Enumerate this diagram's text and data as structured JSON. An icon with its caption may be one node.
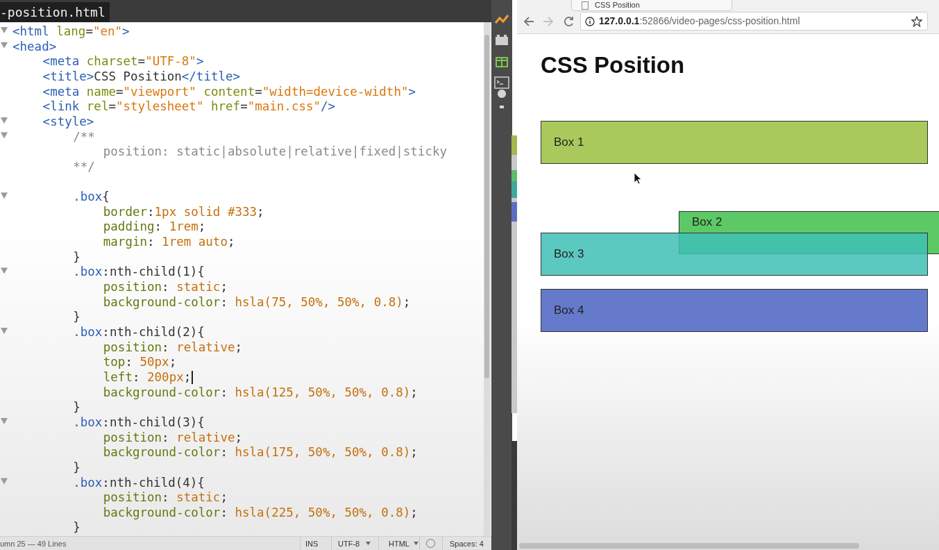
{
  "diagram": {
    "nodes": [
      {
        "text": [
          "Box 1"
        ]
      },
      {
        "text": [
          "Box 2"
        ]
      },
      {
        "text": [
          "Box 3"
        ]
      },
      {
        "text": [
          "Box 4"
        ]
      }
    ],
    "labels": [
      "-position.html",
      "<html lang=\"en\">",
      "<head>",
      "<meta charset=\"UTF-8\">",
      "<title>CSS Position</title>",
      "<meta name=\"viewport\" content=\"width=device-width\">",
      "<link rel=\"stylesheet\" href=\"main.css\"/>",
      "<style>",
      "/**",
      "position: static|absolute|relative|fixed|sticky",
      "**/",
      ".box{",
      "border:1px solid #333;",
      "padding: 1rem;",
      "margin: 1rem auto;",
      "}",
      ".box:nth-child(1){",
      "position: static;",
      "background-color: hsla(75, 50%, 50%, 0.8);",
      "}",
      ".box:nth-child(2){",
      "position: relative;",
      "top: 50px;",
      "left: 200px;",
      "background-color: hsla(125, 50%, 50%, 0.8);",
      "}",
      ".box:nth-child(3){",
      "position: relative;",
      "background-color: hsla(175, 50%, 50%, 0.8);",
      "}",
      ".box:nth-child(4){",
      "position: static;",
      "background-color: hsla(225, 50%, 50%, 0.8);",
      "}",
      "umn 25 — 49 Lines",
      "INS",
      "UTF-8",
      "HTML",
      "Spaces: 4",
      "CSS Position",
      "**127.0.0.1**:52866/video-pages/css-position.html",
      "CSS Position"
    ]
  }
}
